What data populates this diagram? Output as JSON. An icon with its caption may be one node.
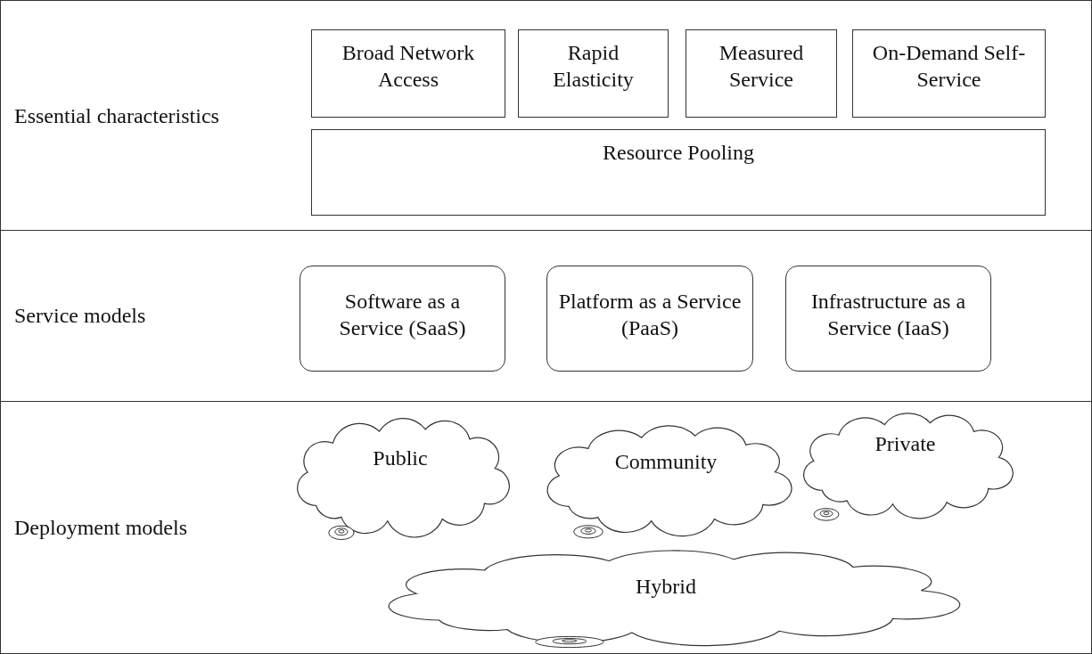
{
  "diagram": {
    "nodes": [
      {
        "text": [
          "Essential characteristics"
        ]
      },
      {
        "text": [
          "Broad Network Access"
        ],
        "in": 0
      },
      {
        "text": [
          "Rapid Elasticity"
        ],
        "in": 0
      },
      {
        "text": [
          "Measured Service"
        ],
        "in": 0
      },
      {
        "text": [
          "On-Demand Self-Service"
        ],
        "in": 0
      },
      {
        "text": [
          "Resource Pooling"
        ],
        "in": 0
      },
      {
        "text": [
          "Service models"
        ]
      },
      {
        "text": [
          "Software as a Service (SaaS)"
        ],
        "in": 6
      },
      {
        "text": [
          "Platform as a Service (PaaS)"
        ],
        "in": 6
      },
      {
        "text": [
          "Infrastructure as a Service (IaaS)"
        ],
        "in": 6
      },
      {
        "text": [
          "Deployment models"
        ]
      },
      {
        "text": [
          "Public"
        ],
        "in": 10
      },
      {
        "text": [
          "Community"
        ],
        "in": 10
      },
      {
        "text": [
          "Private"
        ],
        "in": 10
      },
      {
        "text": [
          "Hybrid"
        ],
        "in": 10
      }
    ]
  }
}
